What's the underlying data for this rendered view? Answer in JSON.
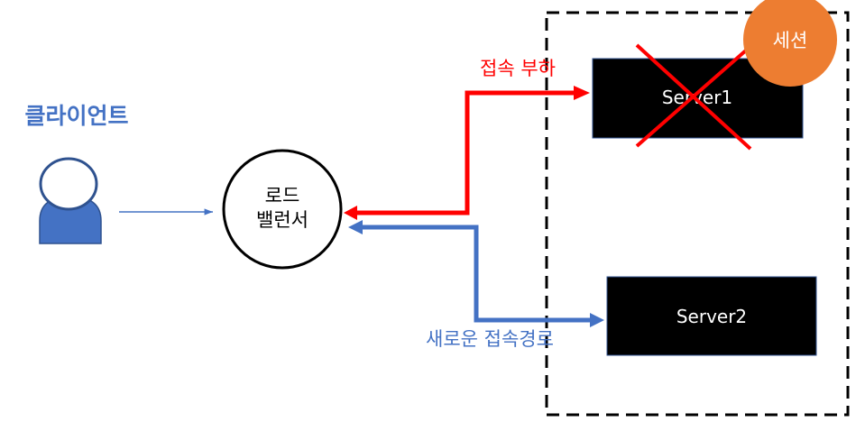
{
  "client": {
    "label": "클라이언트",
    "icon": "user-icon"
  },
  "load_balancer": {
    "line1": "로드",
    "line2": "밸런서"
  },
  "servers": [
    {
      "label": "Server1",
      "status": "failed"
    },
    {
      "label": "Server2",
      "status": "active"
    }
  ],
  "session": {
    "label": "세션"
  },
  "connections": {
    "overload_label": "접속 부하",
    "new_route_label": "새로운 접속경로"
  },
  "colors": {
    "client_blue": "#4472c4",
    "overload_red": "#ff0000",
    "session_orange": "#ed7d31",
    "server_fill": "#000000"
  }
}
